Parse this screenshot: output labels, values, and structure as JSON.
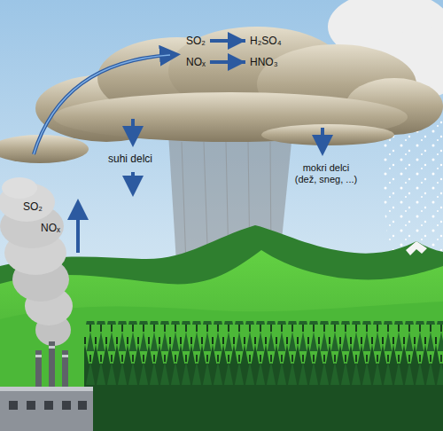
{
  "diagram": {
    "nodes": [
      {
        "text": [
          "SO₂"
        ]
      },
      {
        "text": [
          "H₂SO₄"
        ]
      },
      {
        "text": [
          "NOₓ"
        ]
      },
      {
        "text": [
          "HNO₃"
        ]
      }
    ],
    "edges": [
      {
        "from": 0,
        "to": 1,
        "arrow": "to"
      },
      {
        "from": 2,
        "to": 3,
        "arrow": "to"
      }
    ],
    "labels": [
      "SO₂",
      "NOₓ",
      "suhi delci",
      "mokri delci (dež, sneg, ...)"
    ]
  }
}
